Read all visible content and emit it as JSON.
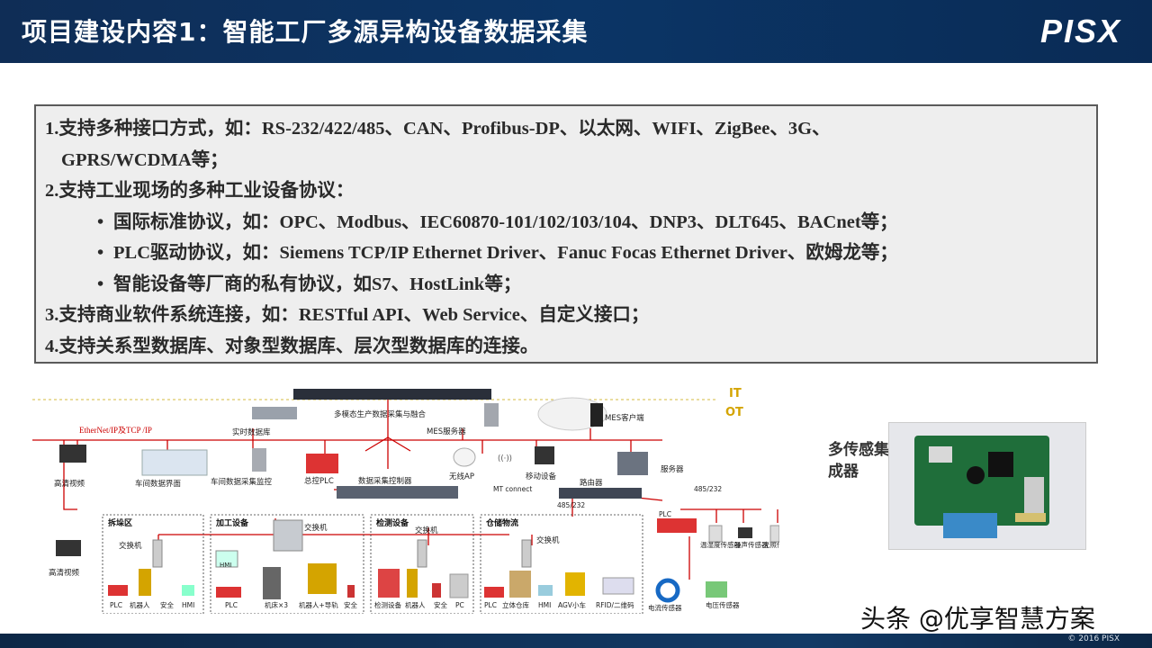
{
  "header": {
    "title": "项目建设内容1：智能工厂多源异构设备数据采集",
    "logo": "PISX"
  },
  "content_lines": [
    "1.支持多种接口方式，如：RS-232/422/485、CAN、Profibus-DP、以太网、WIFI、ZigBee、3G、",
    "GPRS/WCDMA等；",
    "2.支持工业现场的多种工业设备协议：",
    "国际标准协议，如：OPC、Modbus、IEC60870-101/102/103/104、DNP3、DLT645、BACnet等；",
    "PLC驱动协议，如：Siemens TCP/IP Ethernet Driver、Fanuc Focas Ethernet Driver、欧姆龙等；",
    "智能设备等厂商的私有协议，如S7、HostLink等；",
    "3.支持商业软件系统连接，如：RESTful API、Web Service、自定义接口；",
    "4.支持关系型数据库、对象型数据库、层次型数据库的连接。"
  ],
  "bullet_char": "•",
  "diagram": {
    "it": "IT",
    "ot": "OT",
    "platform": "多模态生产数据采集与融合",
    "ethernet": "EtherNet/IP及TCP /IP",
    "realtime_db": "实时数据库",
    "mes_server": "MES服务器",
    "mes_client": "MES客户端",
    "hd_video_1": "高清视频",
    "workshop_ui": "车间数据界面",
    "workshop_monitor": "车间数据采集监控",
    "master_plc": "总控PLC",
    "data_controller": "数据采集控制器",
    "wireless_ap": "无线AP",
    "mobile_device": "移动设备",
    "server": "服务器",
    "mt_connect": "MT connect",
    "router": "路由器",
    "rs485_232_a": "485/232",
    "rs485_232_b": "485/232",
    "hd_video_2": "高清视频",
    "zone_disassembly": "拆垛区",
    "zone_machining": "加工设备",
    "zone_inspection": "检测设备",
    "zone_warehouse": "仓储物流",
    "switch_1": "交换机",
    "switch_2": "交换机",
    "switch_3": "交换机",
    "switch_4": "交换机",
    "plc": "PLC",
    "hmi": "HMI",
    "temp_humidity_sensor": "温湿度传感器",
    "noise_sensor": "噪声传感器",
    "light_sensor": "光照传感器",
    "current_sensor": "电流传感器",
    "voltage_sensor": "电压传感器",
    "row1_plc": "PLC",
    "row1_robot": "机器人",
    "row1_safety": "安全",
    "row1_hmi": "HMI",
    "row2_plc": "PLC",
    "row2_machine": "机床×3",
    "row2_robot_rail": "机器人+导轨",
    "row2_safety": "安全",
    "row3_inspection": "检测设备",
    "row3_robot": "机器人",
    "row3_safety": "安全",
    "row3_pc": "PC",
    "row4_plc": "PLC",
    "row4_warehouse": "立体仓库",
    "row4_hmi": "HMI",
    "row4_agv": "AGV小车",
    "row4_rfid": "RFID/二维码"
  },
  "sensor_label": "多传感集成器",
  "watermark": "头条 @优享智慧方案",
  "footer": {
    "copyright": "© 2016   PISX"
  },
  "colors": {
    "header_bg": "#0b3566",
    "accent_red": "#cc0000",
    "box_bg": "#eeeeee"
  }
}
